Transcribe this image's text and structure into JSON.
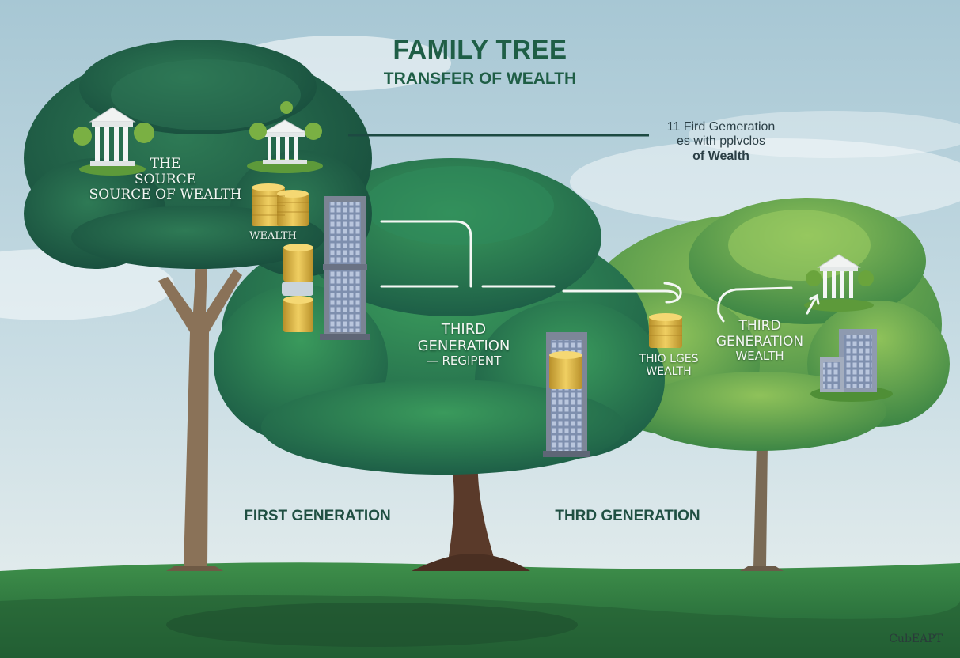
{
  "title": "FAMILY TREE",
  "subtitle": "TRANSFER OF WEALTH",
  "annotation": {
    "line1": "11 Fird Gemeration",
    "line2": "es with pplvclos",
    "line3": "of Wealth"
  },
  "tree_left": {
    "line1": "THE",
    "line2": "SOURCE",
    "line3": "SOURCE OF WEALTH",
    "coins_label": "WEALTH"
  },
  "tree_middle": {
    "line1": "THIRD",
    "line2": "GENERATION",
    "line3": "— REGIPENT"
  },
  "tree_right": {
    "coins_line1": "THIO LGES",
    "coins_line2": "WEALTH",
    "line1": "THIRD",
    "line2": "GENERATION",
    "line3": "WEALTH"
  },
  "ground_labels": {
    "first": "FIRST GENERATION",
    "third": "THRD GENERATION"
  },
  "signature": "CubEAPT",
  "colors": {
    "sky_top": "#a9c9d6",
    "sky_bottom": "#e6eef0",
    "tree_dark": "#1f5a45",
    "tree_mid": "#2b7a52",
    "tree_light": "#5f9e46",
    "ground": "#2d7a3f",
    "coin": "#d9b544",
    "building": "#8c96a5",
    "title": "#1f5e46"
  },
  "icons": [
    "bank-building-icon",
    "coin-stack-icon",
    "skyscraper-icon",
    "office-building-icon",
    "arrow-icon"
  ]
}
